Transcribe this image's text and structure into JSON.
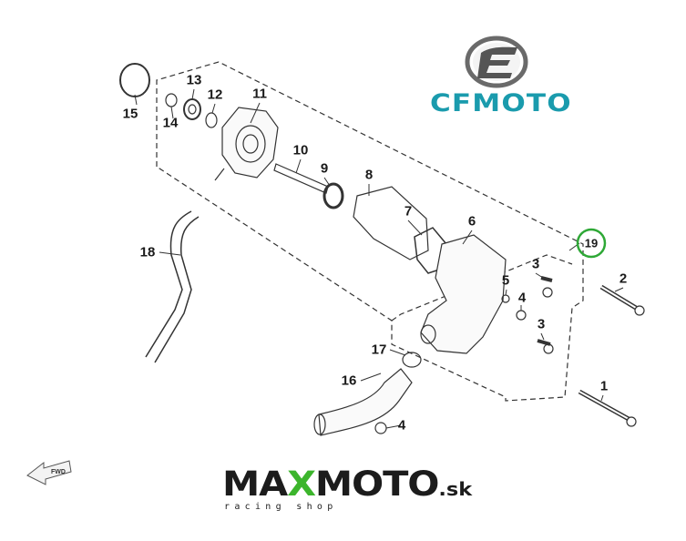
{
  "diagram": {
    "title": "Water pump assembly exploded view",
    "callouts": [
      {
        "id": "15",
        "name": "o-ring"
      },
      {
        "id": "14",
        "name": "seal"
      },
      {
        "id": "13",
        "name": "bearing"
      },
      {
        "id": "12",
        "name": "washer"
      },
      {
        "id": "11",
        "name": "pump-cover"
      },
      {
        "id": "10",
        "name": "shaft"
      },
      {
        "id": "9",
        "name": "mechanical-seal"
      },
      {
        "id": "8",
        "name": "gasket"
      },
      {
        "id": "7",
        "name": "impeller"
      },
      {
        "id": "6",
        "name": "pump-housing"
      },
      {
        "id": "19",
        "name": "assembly",
        "highlight": true
      },
      {
        "id": "18",
        "name": "hose"
      },
      {
        "id": "3",
        "name": "bolt-upper"
      },
      {
        "id": "2",
        "name": "long-bolt"
      },
      {
        "id": "5",
        "name": "washer-small"
      },
      {
        "id": "4",
        "name": "nut"
      },
      {
        "id": "3",
        "name": "bolt-lower"
      },
      {
        "id": "1",
        "name": "long-bolt-lower"
      },
      {
        "id": "17",
        "name": "o-ring-pipe"
      },
      {
        "id": "16",
        "name": "water-pipe"
      },
      {
        "id": "4",
        "name": "nut-pipe"
      }
    ],
    "fwd_label": "FWD",
    "highlight_color": "#2ea836"
  },
  "brand": {
    "name": "CFMOTO",
    "color": "#1a9bad"
  },
  "shop": {
    "name_a": "MA",
    "name_x": "X",
    "name_b": "MOTO",
    "tld": ".sk",
    "tagline": "racing shop",
    "accent": "#3cb52c"
  }
}
